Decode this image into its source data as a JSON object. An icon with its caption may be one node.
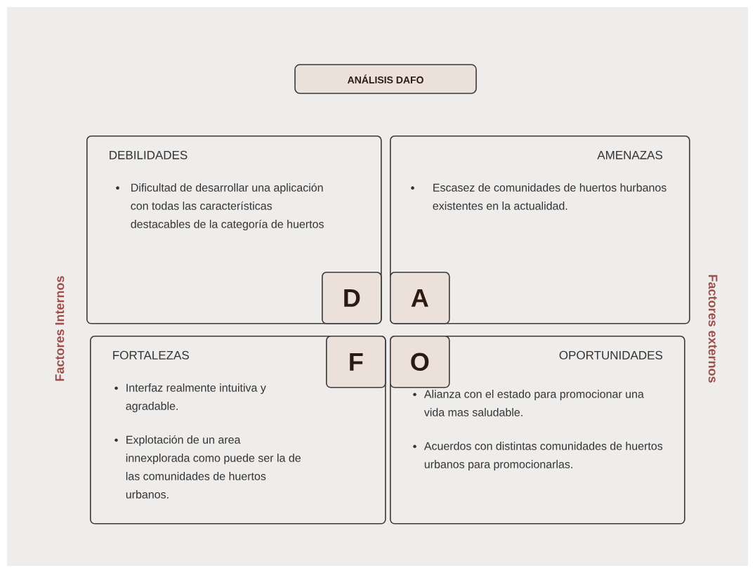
{
  "diagram": {
    "nodes": [
      {
        "text": [
          "ANÁLISIS DAFO"
        ]
      },
      {
        "text": [
          "DEBILIDADES",
          "Dificultad de desarrollar una aplicación con todas las características destacables de la categoría de huertos"
        ]
      },
      {
        "text": [
          "AMENAZAS",
          "Escasez de comunidades de huertos hurbanos existentes en la actualidad."
        ]
      },
      {
        "text": [
          "FORTALEZAS",
          "Interfaz realmente intuitiva y agradable.",
          "Explotación de un area innexplorada como puede ser la de las comunidades de huertos urbanos."
        ]
      },
      {
        "text": [
          "OPORTUNIDADES",
          "Alianza con el estado para promocionar una vida mas saludable.",
          "Acuerdos con distintas comunidades de huertos urbanos para promocionarlas."
        ]
      },
      {
        "text": [
          "D"
        ],
        "in": 1
      },
      {
        "text": [
          "A"
        ],
        "in": 2
      },
      {
        "text": [
          "F"
        ],
        "in": 3
      },
      {
        "text": [
          "O"
        ],
        "in": 4
      }
    ],
    "labels": [
      "Factores Internos",
      "Factores externos"
    ]
  }
}
